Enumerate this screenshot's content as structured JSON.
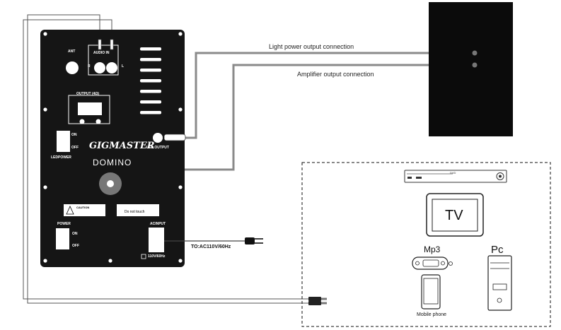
{
  "amplifier_panel": {
    "ant_label": "ANT",
    "audio_in_label": "AUDIO IN",
    "jack_r": "R",
    "jack_l": "L",
    "output_label": "OUTPUT (4Ω)",
    "led_power": {
      "label": "LEDPOWER",
      "on": "ON",
      "off": "OFF"
    },
    "logo_text": "GIGMASTER",
    "model_name": "DOMINO",
    "led_output_label": "LED OUTPUT",
    "caution_label": "CAUTION",
    "warning_text": "Do not touch",
    "power": {
      "label": "POWER",
      "on": "ON",
      "off": "OFF"
    },
    "ac_input_label": "ACINPUT",
    "fuse_label": "110V/60Hz"
  },
  "connections": {
    "light": "Light power output connection",
    "amplifier": "Amplifier output connection",
    "ac_power": "TO:AC110V/60Hz"
  },
  "devices": {
    "dvd_label": "DVD",
    "tv_label": "TV",
    "mp3_label": "Mp3",
    "pc_label": "Pc",
    "mobile_label": "Mobile phone"
  }
}
